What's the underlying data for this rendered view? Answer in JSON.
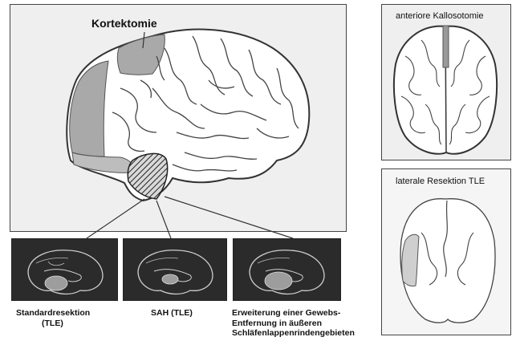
{
  "labels": {
    "kortektomie": "Kortektomie",
    "kallosotomie": "anteriore Kallosotomie",
    "resektion_tle": "laterale Resektion TLE"
  },
  "captions": [
    {
      "lines": [
        "Standardresektion",
        "(TLE)"
      ]
    },
    {
      "lines": [
        "SAH (TLE)"
      ]
    },
    {
      "lines": [
        "Erweiterung einer  Gewebs-",
        "Entfernung in äußeren",
        "Schläfenlappenrindengebieten"
      ]
    }
  ],
  "colors": {
    "panel_bg": "#efefef",
    "lesion_fill": "#a9a9a9",
    "border": "#444444",
    "thumb_bg": "#2b2b2b"
  }
}
